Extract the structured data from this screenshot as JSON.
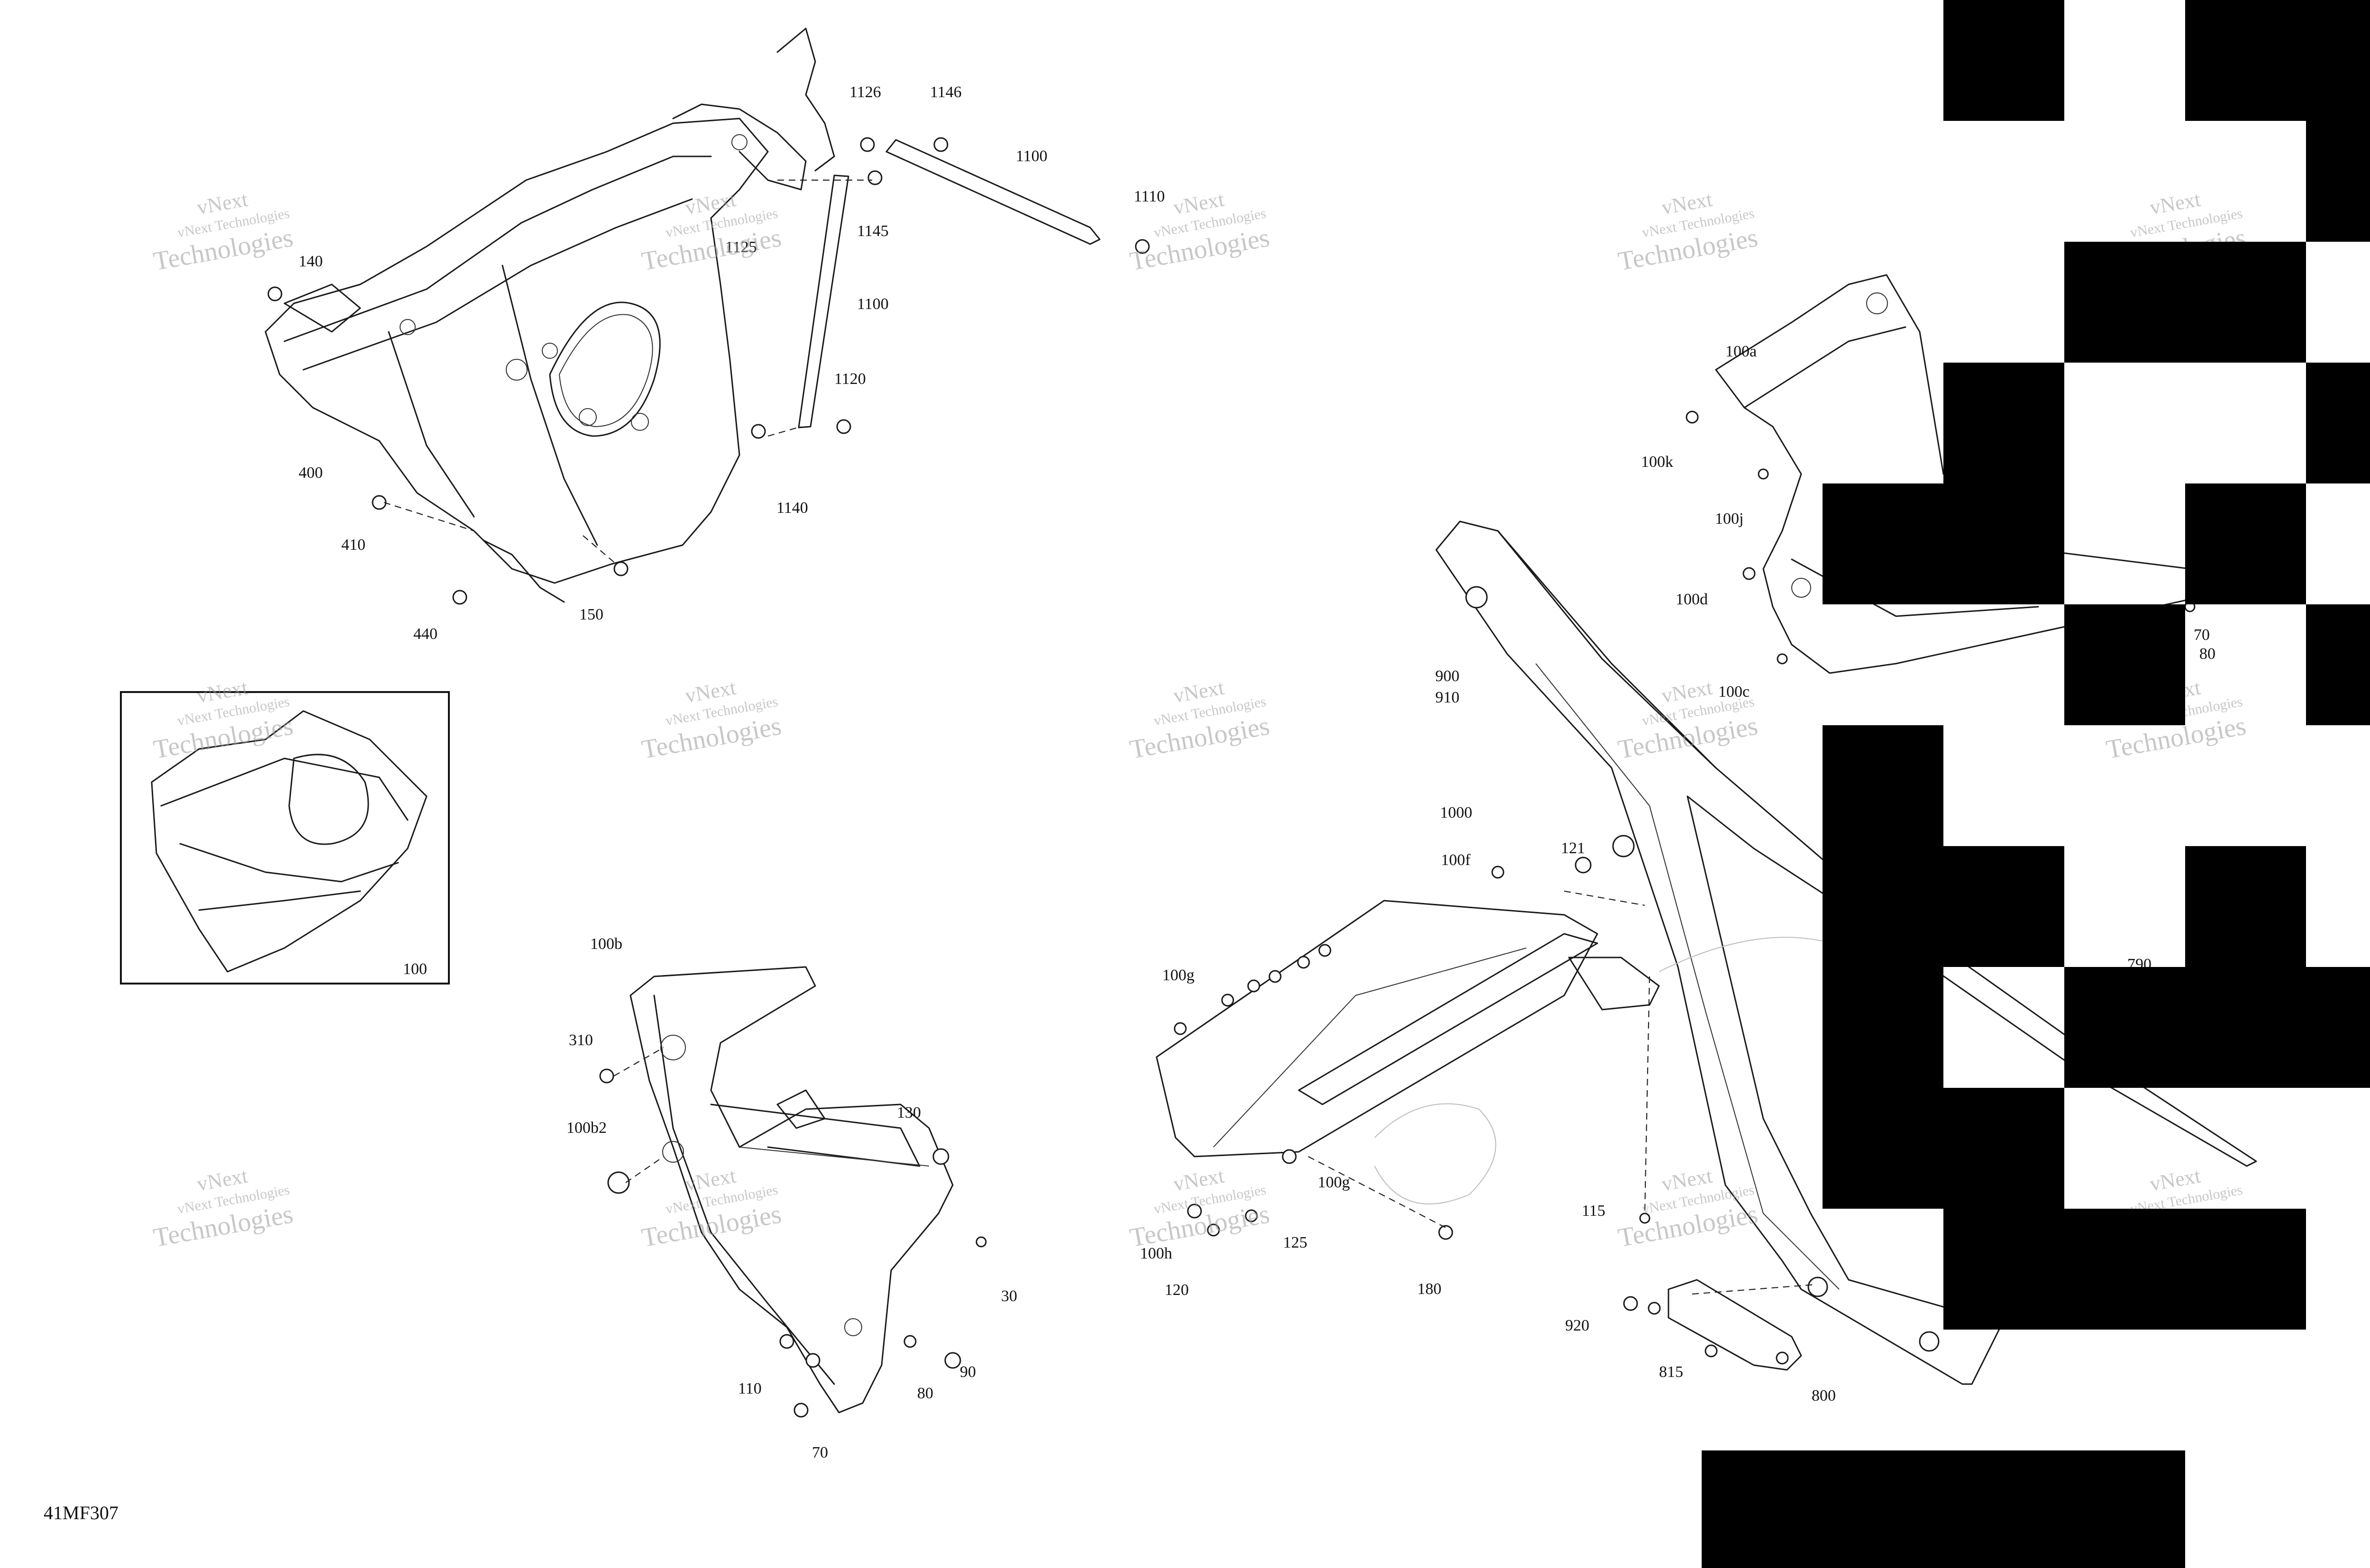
{
  "diagram_code": "41MF307",
  "watermark": {
    "line1": "vNext",
    "line2": "Technologies",
    "line3": "vNext Technologies"
  },
  "inset_label": "100",
  "callouts": [
    "1126",
    "1146",
    "1100",
    "1110",
    "1145",
    "1125",
    "1100",
    "1120",
    "1140",
    "140",
    "400",
    "410",
    "150",
    "440",
    "100b",
    "310",
    "100b2",
    "130",
    "30",
    "110",
    "80",
    "90",
    "70",
    "100a",
    "100k",
    "100j",
    "100d",
    "100c",
    "70",
    "80",
    "900",
    "910",
    "1000",
    "121",
    "100f",
    "100g",
    "100g",
    "100h",
    "120",
    "125",
    "180",
    "115",
    "920",
    "815",
    "800",
    "790"
  ],
  "colors": {
    "line": "#1a1a1a",
    "watermark": "#9a9a9a",
    "redaction": "#000000"
  }
}
